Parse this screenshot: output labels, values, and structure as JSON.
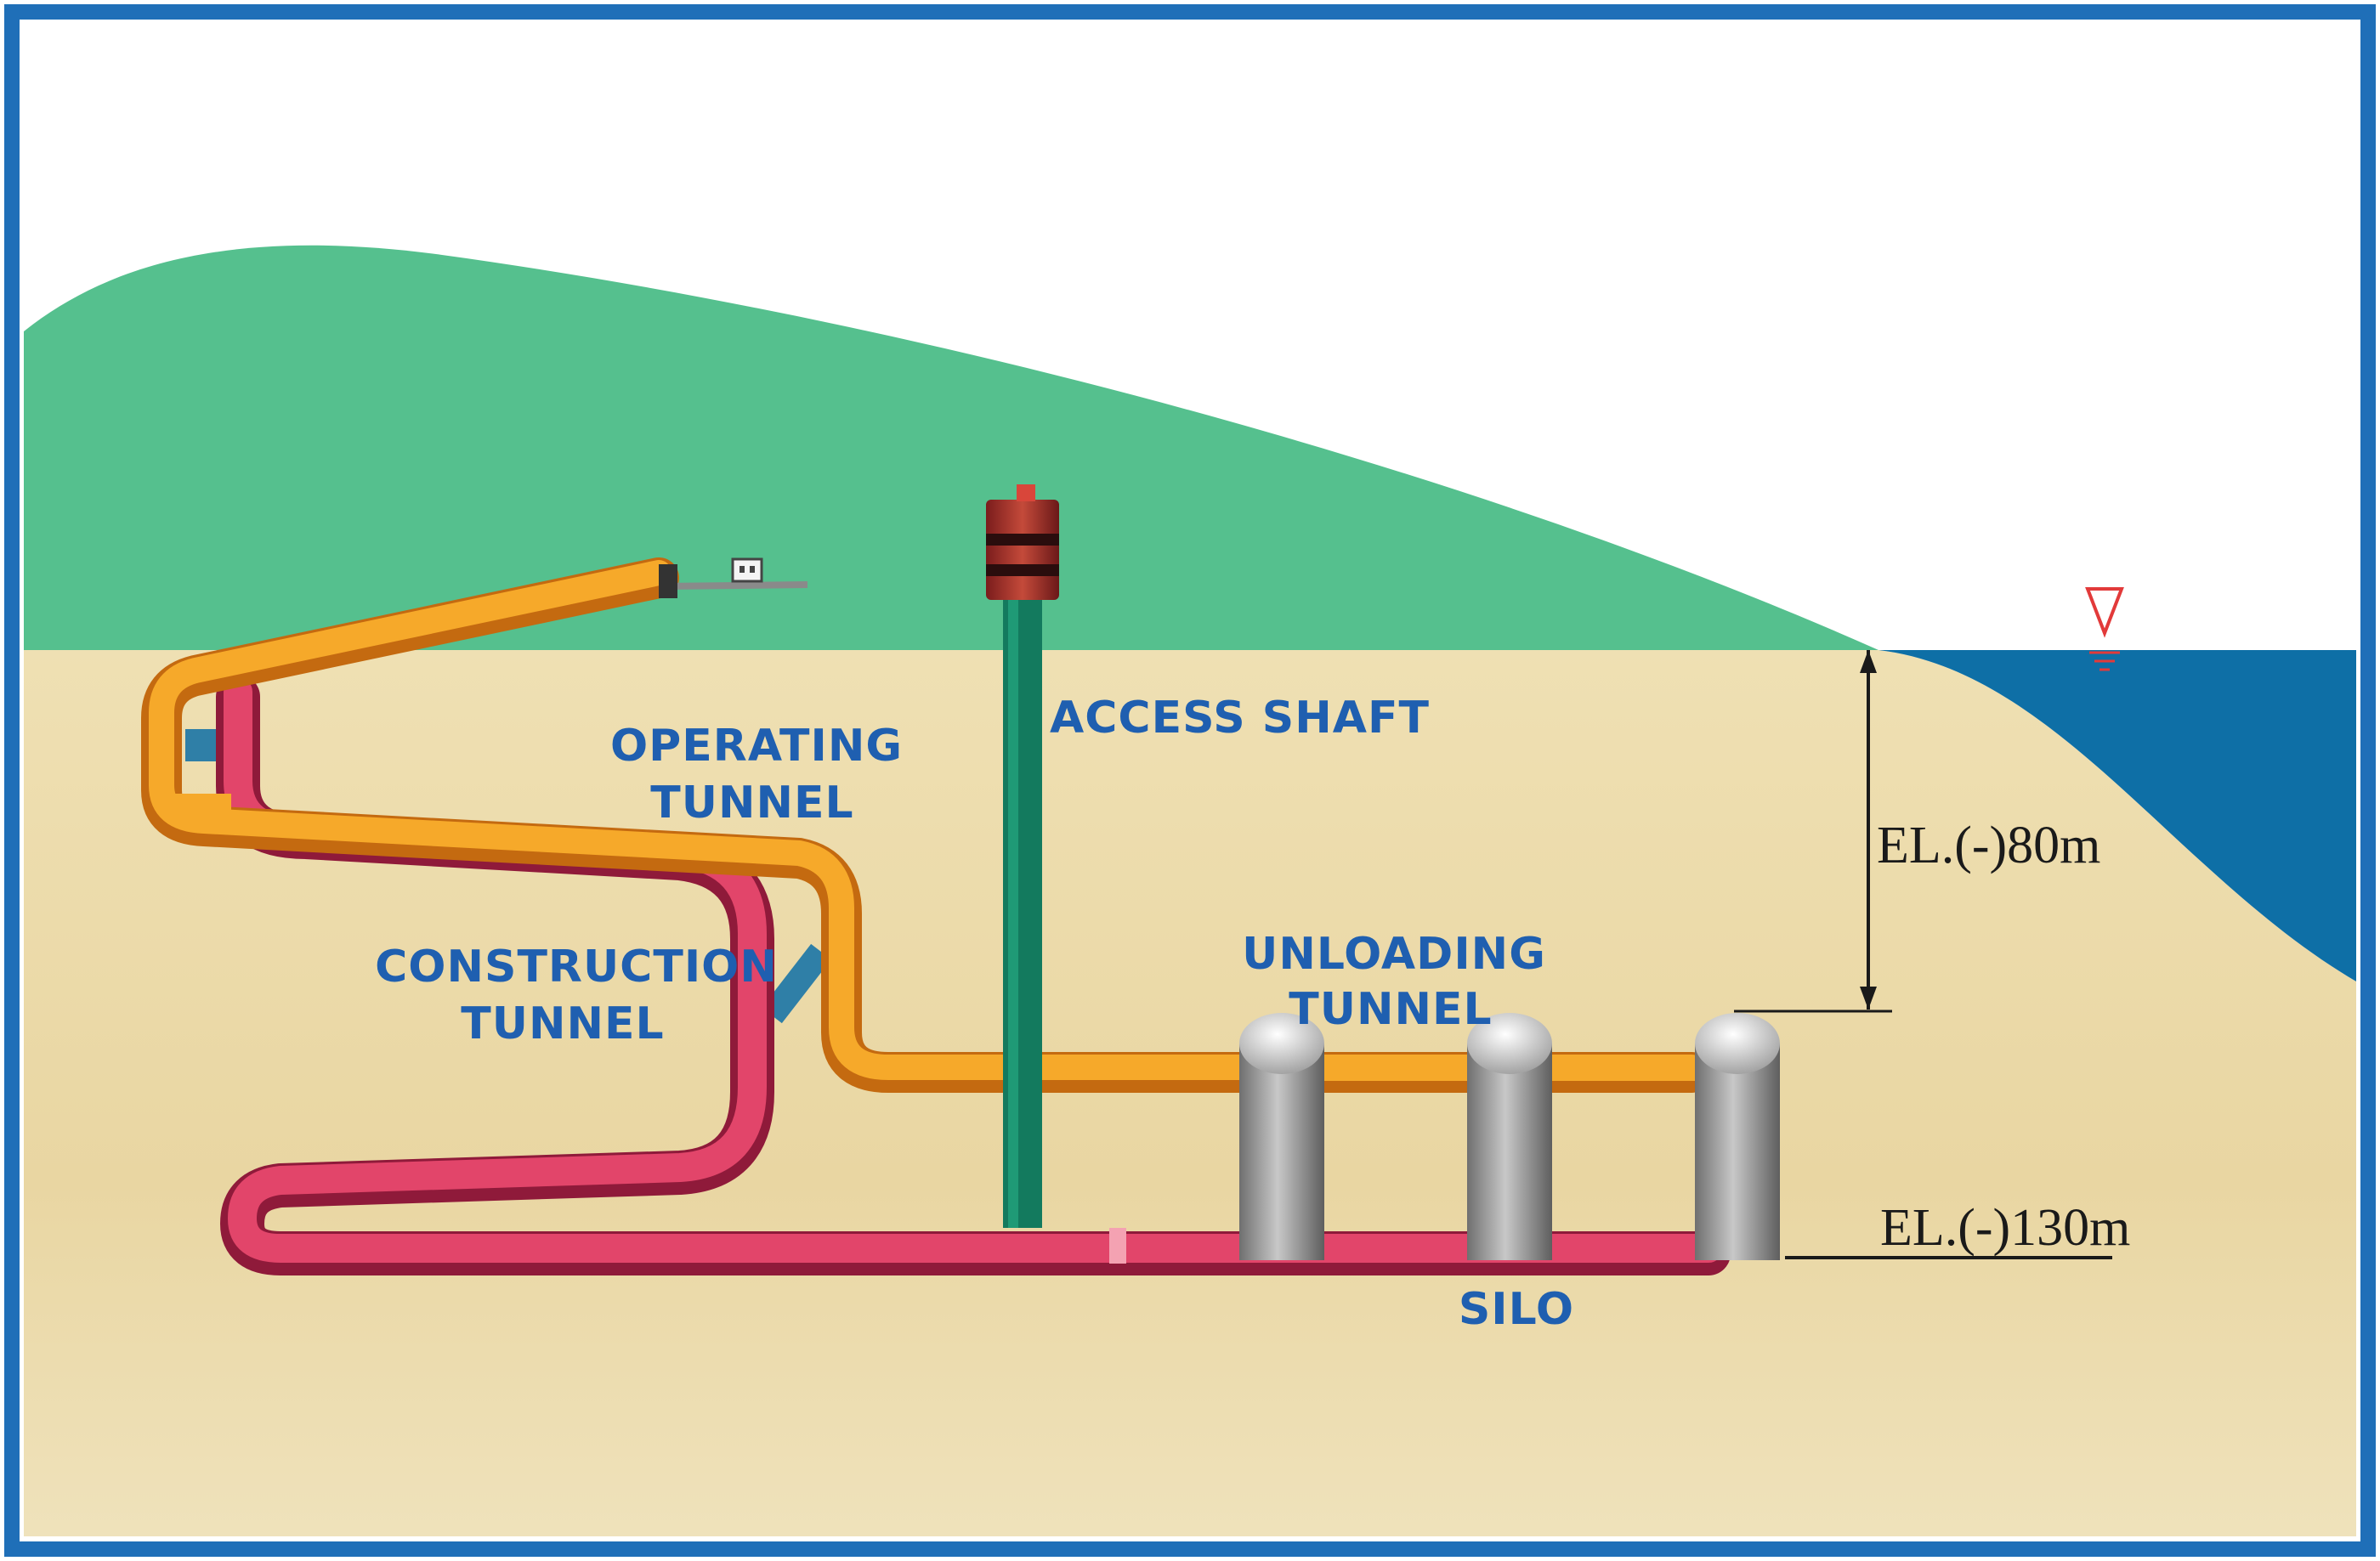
{
  "labels": {
    "operating_tunnel_line1": "OPERATING",
    "operating_tunnel_line2": "TUNNEL",
    "construction_tunnel_line1": "CONSTRUCTION",
    "construction_tunnel_line2": "TUNNEL",
    "access_shaft": "ACCESS SHAFT",
    "unloading_tunnel_line1": "UNLOADING",
    "unloading_tunnel_line2": "TUNNEL",
    "silo": "SILO",
    "elevation_upper": "EL.(-)80m",
    "elevation_lower": "EL.(-)130m"
  },
  "colors": {
    "frame": "#1f6fb8",
    "sky": "#ffffff",
    "hill": "#55c08e",
    "ground": "#ead9a6",
    "sea": "#0e6fa6",
    "operating_tunnel": "#f4a21f",
    "construction_tunnel": "#d83a5e",
    "access_shaft": "#137a5e",
    "silo": "#9a9a9a",
    "label_text": "#1f5fb0",
    "dimension_text": "#1a1a1a",
    "water_level_symbol": "#e23a3a"
  },
  "icons": {
    "water_level": "water-level-triangle-icon",
    "portal_building": "portal-building-icon"
  }
}
